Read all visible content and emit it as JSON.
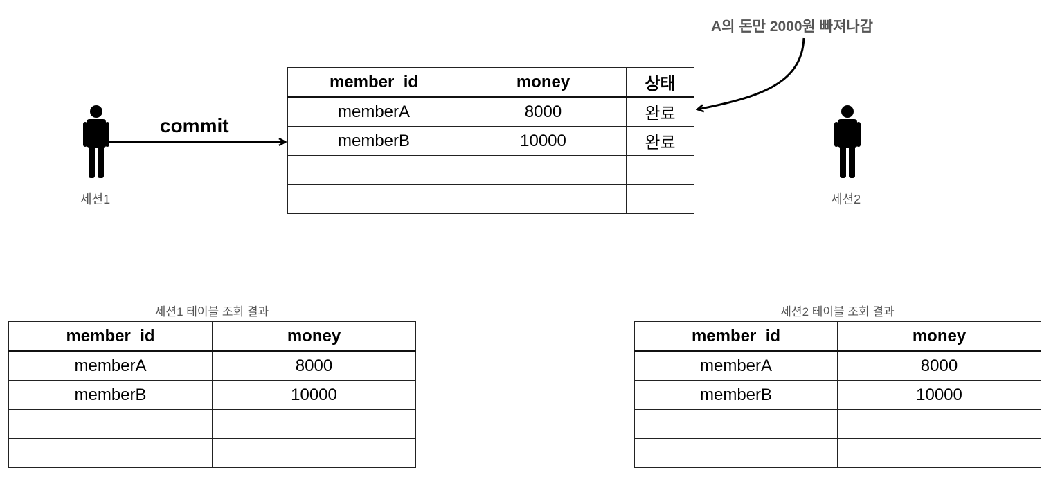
{
  "annotation": "A의 돈만 2000원 빠져나감",
  "commit_label": "commit",
  "sessions": {
    "session1_label": "세션1",
    "session2_label": "세션2"
  },
  "main_table": {
    "headers": [
      "member_id",
      "money",
      "상태"
    ],
    "rows": [
      [
        "memberA",
        "8000",
        "완료"
      ],
      [
        "memberB",
        "10000",
        "완료"
      ],
      [
        "",
        "",
        ""
      ],
      [
        "",
        "",
        ""
      ]
    ]
  },
  "session1_result": {
    "caption": "세션1 테이블 조회 결과",
    "headers": [
      "member_id",
      "money"
    ],
    "rows": [
      [
        "memberA",
        "8000"
      ],
      [
        "memberB",
        "10000"
      ],
      [
        "",
        ""
      ],
      [
        "",
        ""
      ]
    ]
  },
  "session2_result": {
    "caption": "세션2 테이블 조회 결과",
    "headers": [
      "member_id",
      "money"
    ],
    "rows": [
      [
        "memberA",
        "8000"
      ],
      [
        "memberB",
        "10000"
      ],
      [
        "",
        ""
      ],
      [
        "",
        ""
      ]
    ]
  },
  "icons": {
    "session1_icon": "person-icon",
    "session2_icon": "person-icon"
  }
}
